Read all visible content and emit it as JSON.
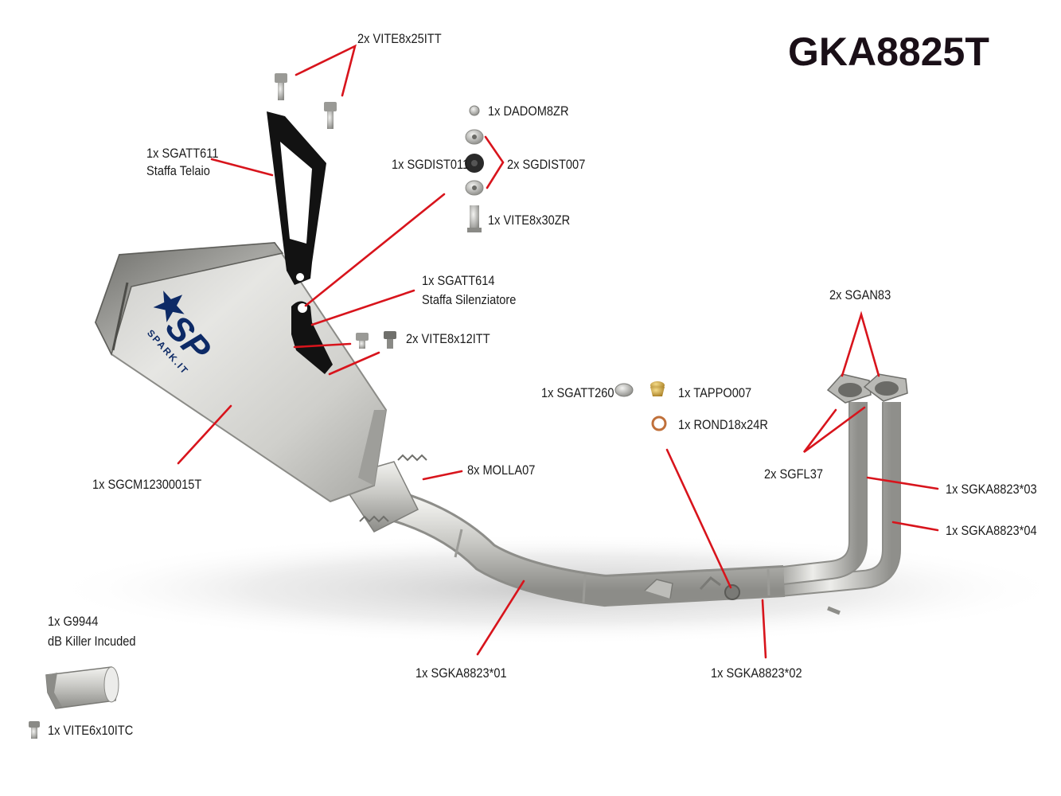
{
  "product_code": "GKA8825T",
  "brand": {
    "logo_text": "SP",
    "logo_subtext": "SPARK.IT"
  },
  "parts": {
    "vite8x25itt": "2x VITE8x25ITT",
    "sgatt611": "1x SGATT611",
    "sgatt611_desc": "Staffa Telaio",
    "dadom8zr": "1x DADOM8ZR",
    "sgdist011": "1x SGDIST011",
    "sgdist007": "2x SGDIST007",
    "vite8x30zr": "1x VITE8x30ZR",
    "sgatt614": "1x SGATT614",
    "sgatt614_desc": "Staffa Silenziatore",
    "vite8x12itt": "2x VITE8x12ITT",
    "sgan83": "2x SGAN83",
    "sgatt260": "1x SGATT260",
    "tappo007": "1x TAPPO007",
    "rond18x24r": "1x ROND18x24R",
    "sgfl37": "2x SGFL37",
    "sgcm": "1x SGCM12300015T",
    "molla07": "8x MOLLA07",
    "sgka8823_03": "1x SGKA8823*03",
    "sgka8823_04": "1x SGKA8823*04",
    "g9944": "1x G9944",
    "g9944_desc": "dB Killer Incuded",
    "sgka8823_01": "1x SGKA8823*01",
    "sgka8823_02": "1x SGKA8823*02",
    "vite6x10itc": "1x VITE6x10ITC"
  },
  "colors": {
    "leader": "#d8141c",
    "title": "#1a0f17",
    "steel_light": "#d9d9d6",
    "steel_dark": "#8e8e8a",
    "bracket": "#121212"
  }
}
